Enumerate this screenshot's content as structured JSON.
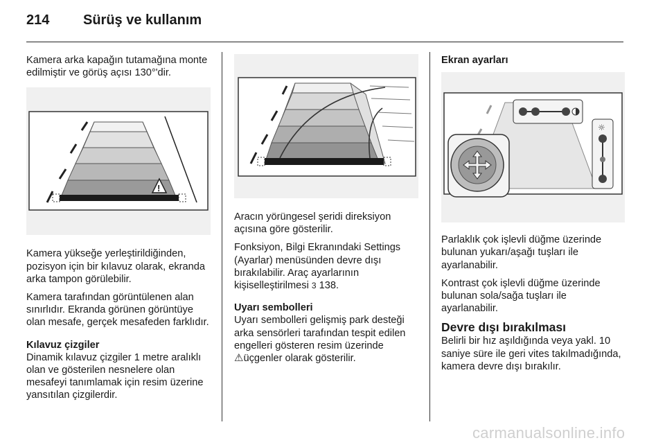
{
  "header": {
    "page_number": "214",
    "title": "Sürüş ve kullanım"
  },
  "col1": {
    "p1": "Kamera arka kapağın tutamağına monte edilmiştir ve görüş açısı 130°'dir.",
    "p2": "Kamera yükseğe yerleştirildiğinden, pozisyon için bir kılavuz olarak, ekranda arka tampon görülebilir.",
    "p3": "Kamera tarafından görüntülenen alan sınırlıdır. Ekranda görünen görüntüye olan mesafe, gerçek mesafeden farklıdır.",
    "guide_heading": "Kılavuz çizgiler",
    "guide_text": "Dinamik kılavuz çizgiler 1 metre aralıklı olan ve gösterilen nesnelere olan mesafeyi tanımlamak için resim üzerine yansıtılan çizgilerdir."
  },
  "col2": {
    "p1": "Aracın yörüngesel şeridi direksiyon açısına göre gösterilir.",
    "p2_a": "Fonksiyon, Bilgi Ekranındaki Settings (Ayarlar) menüsünden devre dışı bırakılabilir. Araç ayarlarının kişiselleştirilmesi ",
    "p2_ref_icon": "3",
    "p2_b": " 138.",
    "warn_heading": "Uyarı sembolleri",
    "warn_text_a": "Uyarı sembolleri gelişmiş park desteği arka sensörleri tarafından tespit edilen engelleri gösteren resim üzerinde ",
    "warn_icon": "⚠",
    "warn_text_b": "üçgenler olarak gösterilir."
  },
  "col3": {
    "screen_heading": "Ekran ayarları",
    "p1": "Parlaklık çok işlevli düğme üzerinde bulunan yukarı/aşağı tuşları ile ayarlanabilir.",
    "p2": "Kontrast çok işlevli düğme üzerinde bulunan sola/sağa tuşları ile ayarlanabilir.",
    "deact_heading": "Devre dışı bırakılması",
    "deact_text": "Belirli bir hız aşıldığında veya yakl. 10 saniye süre ile geri vites takılmadığında, kamera devre dışı bırakılır."
  },
  "watermark": "carmanualsonline.info"
}
